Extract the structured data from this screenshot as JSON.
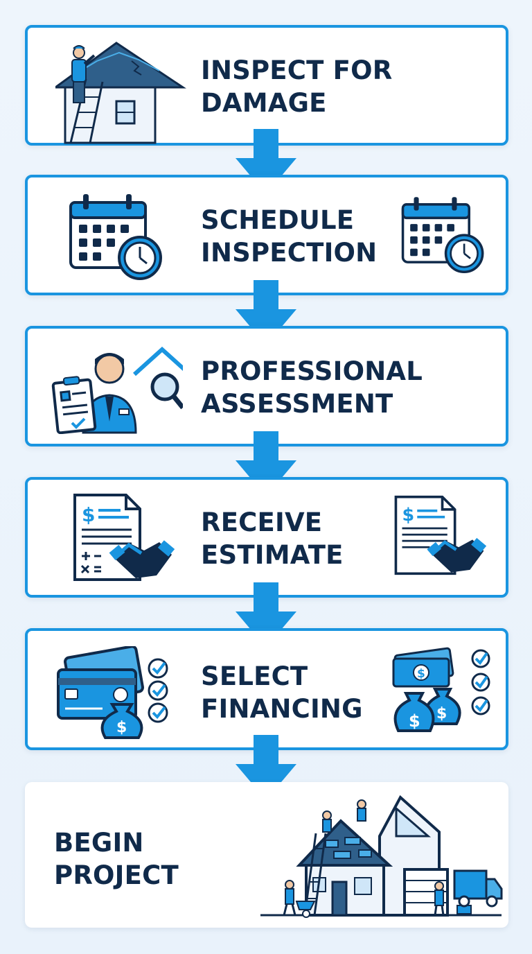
{
  "steps": [
    {
      "line1": "INSPECT FOR",
      "line2": "DAMAGE"
    },
    {
      "line1": "SCHEDULE",
      "line2": "INSPECTION"
    },
    {
      "line1": "PROFESSIONAL",
      "line2": "ASSESSMENT"
    },
    {
      "line1": "RECEIVE",
      "line2": "ESTIMATE"
    },
    {
      "line1": "SELECT",
      "line2": "FINANCING"
    },
    {
      "line1": "BEGIN",
      "line2": "PROJECT"
    }
  ],
  "icons": {
    "step1": "house-roof-inspector-icon",
    "step2": "calendar-clock-icon",
    "step3": "assessor-clipboard-magnifier-icon",
    "step4": "estimate-document-handshake-icon",
    "step5": "credit-card-money-bag-checklist-icon",
    "step6": "roofing-crew-house-truck-icon"
  },
  "colors": {
    "accent": "#1a95e0",
    "accent_light": "#4aaee8",
    "navy": "#102a4a",
    "background": "#eef5fc",
    "card": "#ffffff"
  }
}
